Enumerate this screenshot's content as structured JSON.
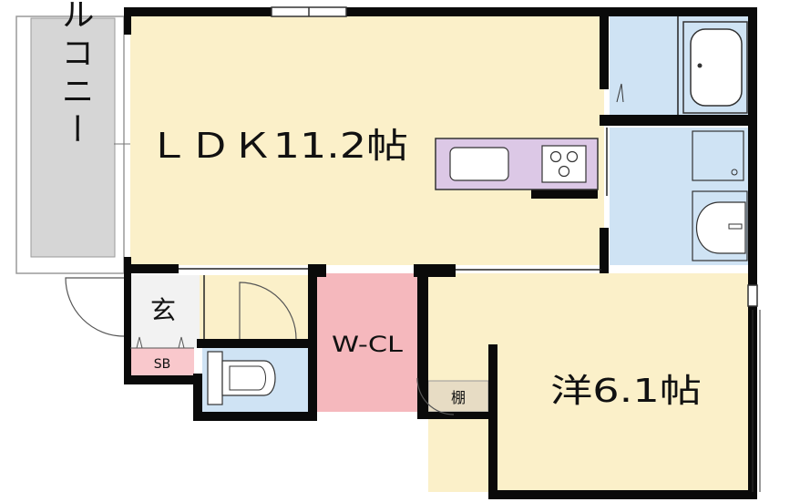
{
  "rooms": {
    "ldk": "ＬＤＫ11.2帖",
    "western": "洋6.1帖",
    "balcony": "バルコニー",
    "entrance": "玄",
    "shoe_box": "SB",
    "walk_in_closet": "W-CL",
    "shelf": "棚"
  },
  "colors": {
    "wall": "#0a0a0a",
    "living_floor": "#fbf0c9",
    "wet_area": "#cfe3f4",
    "closet": "#f5b8bd",
    "kitchen_counter": "#dcc8e6",
    "balcony_floor": "#d6d6d6",
    "shelf": "#e7dcc4"
  },
  "icons": [
    "bathtub-icon",
    "stove-icon",
    "sink-icon",
    "toilet-icon",
    "washbasin-icon",
    "washing-machine-icon"
  ]
}
